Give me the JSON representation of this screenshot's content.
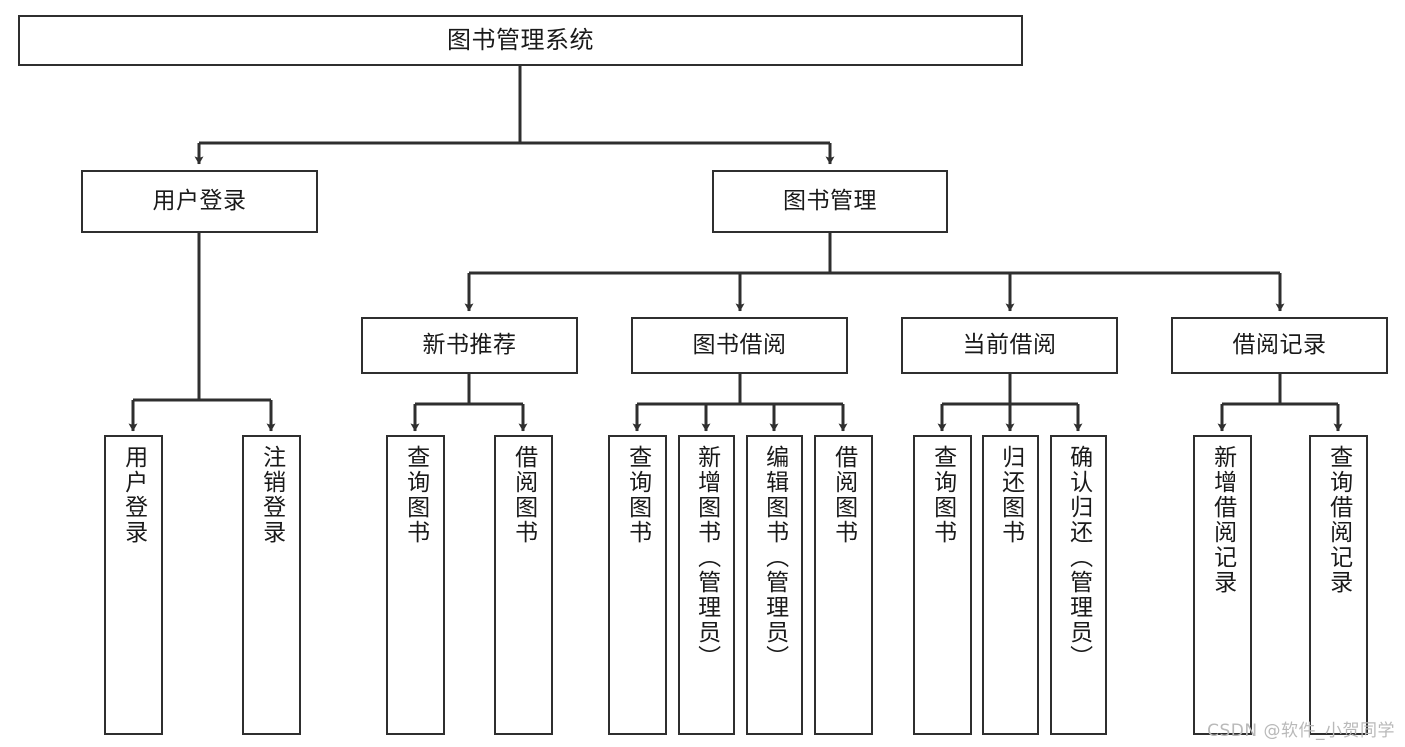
{
  "diagram": {
    "type": "tree-hierarchy",
    "title": "图书管理系统",
    "watermark": "CSDN @软件_小贺同学",
    "colors": {
      "stroke": "#2f2f2f",
      "fill": "#ffffff",
      "text": "#1a1a1a",
      "watermark": "#b9b9b9"
    },
    "levels": [
      {
        "level": 1,
        "nodes": [
          {
            "id": "root",
            "label": "图书管理系统",
            "orientation": "horizontal"
          }
        ]
      },
      {
        "level": 2,
        "nodes": [
          {
            "id": "l2-0",
            "label": "用户登录",
            "orientation": "horizontal",
            "parent": "root"
          },
          {
            "id": "l2-1",
            "label": "图书管理",
            "orientation": "horizontal",
            "parent": "root"
          }
        ]
      },
      {
        "level": 3,
        "nodes": [
          {
            "id": "l3-0",
            "label": "新书推荐",
            "orientation": "horizontal",
            "parent": "l2-1"
          },
          {
            "id": "l3-1",
            "label": "图书借阅",
            "orientation": "horizontal",
            "parent": "l2-1"
          },
          {
            "id": "l3-2",
            "label": "当前借阅",
            "orientation": "horizontal",
            "parent": "l2-1"
          },
          {
            "id": "l3-3",
            "label": "借阅记录",
            "orientation": "horizontal",
            "parent": "l2-1"
          }
        ]
      },
      {
        "level": 4,
        "nodes": [
          {
            "id": "leaf-0",
            "label": "用户登录",
            "orientation": "vertical",
            "parent": "l2-0"
          },
          {
            "id": "leaf-1",
            "label": "注销登录",
            "orientation": "vertical",
            "parent": "l2-0"
          },
          {
            "id": "leaf-2",
            "label": "查询图书",
            "orientation": "vertical",
            "parent": "l3-0"
          },
          {
            "id": "leaf-3",
            "label": "借阅图书",
            "orientation": "vertical",
            "parent": "l3-0"
          },
          {
            "id": "leaf-4",
            "label": "查询图书",
            "orientation": "vertical",
            "parent": "l3-1"
          },
          {
            "id": "leaf-5",
            "label": "新增图书（管理员）",
            "orientation": "vertical",
            "parent": "l3-1"
          },
          {
            "id": "leaf-6",
            "label": "编辑图书（管理员）",
            "orientation": "vertical",
            "parent": "l3-1"
          },
          {
            "id": "leaf-7",
            "label": "借阅图书",
            "orientation": "vertical",
            "parent": "l3-1"
          },
          {
            "id": "leaf-8",
            "label": "查询图书",
            "orientation": "vertical",
            "parent": "l3-2"
          },
          {
            "id": "leaf-9",
            "label": "归还图书",
            "orientation": "vertical",
            "parent": "l3-2"
          },
          {
            "id": "leaf-10",
            "label": "确认归还（管理员）",
            "orientation": "vertical",
            "parent": "l3-2"
          },
          {
            "id": "leaf-11",
            "label": "新增借阅记录",
            "orientation": "vertical",
            "parent": "l3-3"
          },
          {
            "id": "leaf-12",
            "label": "查询借阅记录",
            "orientation": "vertical",
            "parent": "l3-3"
          }
        ]
      }
    ]
  }
}
